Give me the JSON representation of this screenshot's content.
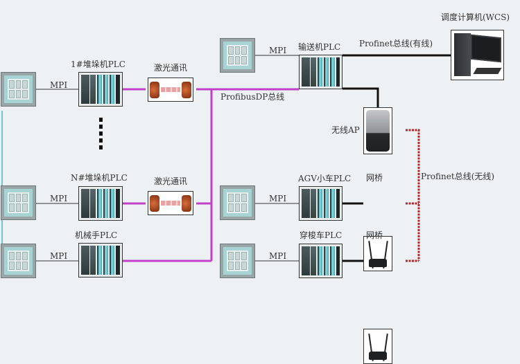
{
  "title": "仓储物流控制网络拓扑图",
  "colors": {
    "profibus": "#c040c8",
    "profinet_wired": "#111111",
    "profinet_wireless": "#b4262b",
    "mpi": "#333333",
    "background": "#eef1f3"
  },
  "nodes": {
    "wcs": {
      "label": "调度计算机(WCS)",
      "icon": "desktop-computer-icon"
    },
    "conveyor_plc": {
      "label": "输送机PLC",
      "icon": "plc-rack-icon"
    },
    "stacker1_plc": {
      "label": "1#堆垛机PLC",
      "icon": "plc-rack-icon"
    },
    "stackerN_plc": {
      "label": "N#堆垛机PLC",
      "icon": "plc-rack-icon"
    },
    "robot_plc": {
      "label": "机械手PLC",
      "icon": "plc-rack-icon"
    },
    "agv_plc": {
      "label": "AGV小车PLC",
      "icon": "plc-rack-icon"
    },
    "shuttle_plc": {
      "label": "穿梭车PLC",
      "icon": "plc-rack-icon"
    },
    "laser1": {
      "label": "激光通讯",
      "icon": "laser-transceiver-icon"
    },
    "laser2": {
      "label": "激光通讯",
      "icon": "laser-transceiver-icon"
    },
    "wireless_ap": {
      "label": "无线AP",
      "icon": "wireless-ap-icon"
    },
    "bridge1": {
      "label": "网桥",
      "icon": "wireless-bridge-icon"
    },
    "bridge2": {
      "label": "网桥",
      "icon": "wireless-bridge-icon"
    },
    "hmi": {
      "icon": "hmi-panel-icon"
    }
  },
  "links": {
    "mpi": "MPI",
    "profibus": "ProfibusDP总线",
    "profinet_wired": "Profinet总线(有线)",
    "profinet_wireless": "Profinet总线(无线)"
  }
}
